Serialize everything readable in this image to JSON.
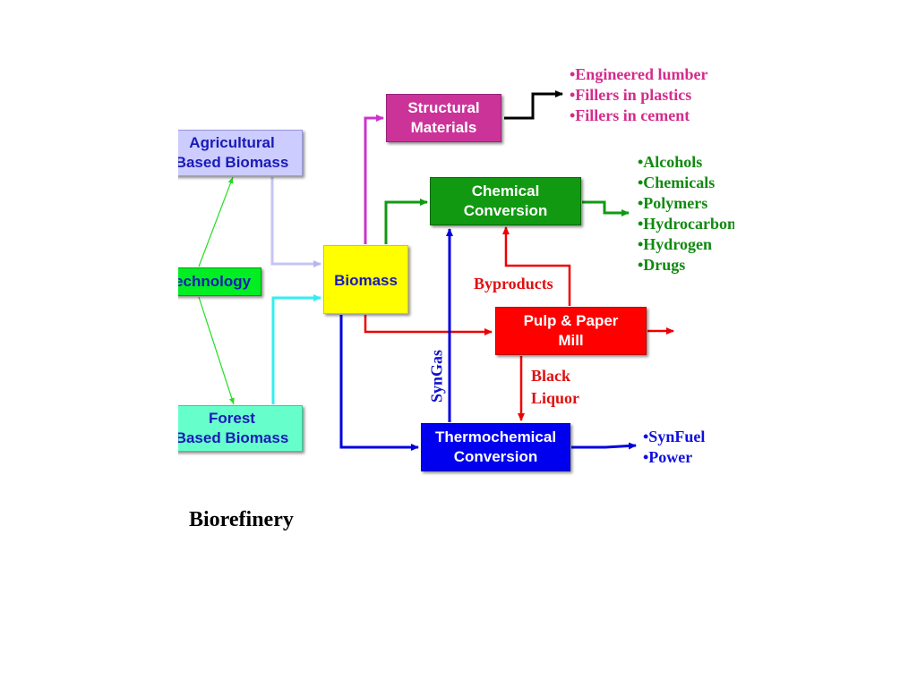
{
  "colors": {
    "agricultural_fill": "#ccccff",
    "agricultural_text": "#1a1ab8",
    "technology_fill": "#00ee22",
    "technology_text": "#1a1ab8",
    "forest_fill": "#66ffcc",
    "forest_text": "#1a1ab8",
    "biomass_fill": "#ffff00",
    "biomass_text": "#1a1ab8",
    "structural_fill": "#cc3399",
    "chemical_fill": "#119911",
    "pulp_fill": "#ff0000",
    "thermo_fill": "#0000ee",
    "white_text": "#ffffff",
    "structural_products": "#d42c8c",
    "chemical_products": "#108a10",
    "thermo_products": "#1010dd",
    "red_label": "#e01010",
    "blue_label": "#1010cc"
  },
  "boxes": {
    "agricultural": "Agricultural\nBased Biomass",
    "technology": "Technology",
    "forest": "Forest\nBased Biomass",
    "biomass": "Biomass",
    "structural": "Structural\nMaterials",
    "chemical": "Chemical\nConversion",
    "pulp": "Pulp & Paper\nMill",
    "thermo": "Thermochemical\nConversion"
  },
  "products": {
    "structural": [
      "•Engineered lumber",
      "•Fillers in plastics",
      "•Fillers in cement"
    ],
    "chemical": [
      "•Alcohols",
      "•Chemicals",
      "•Polymers",
      "•Hydrocarbons",
      "•Hydrogen",
      "•Drugs"
    ],
    "thermo": [
      "•SynFuel",
      "•Power"
    ]
  },
  "labels": {
    "byproducts": "Byproducts",
    "black_liquor": "Black\nLiquor",
    "syngas": "SynGas",
    "title": "Biorefinery"
  }
}
